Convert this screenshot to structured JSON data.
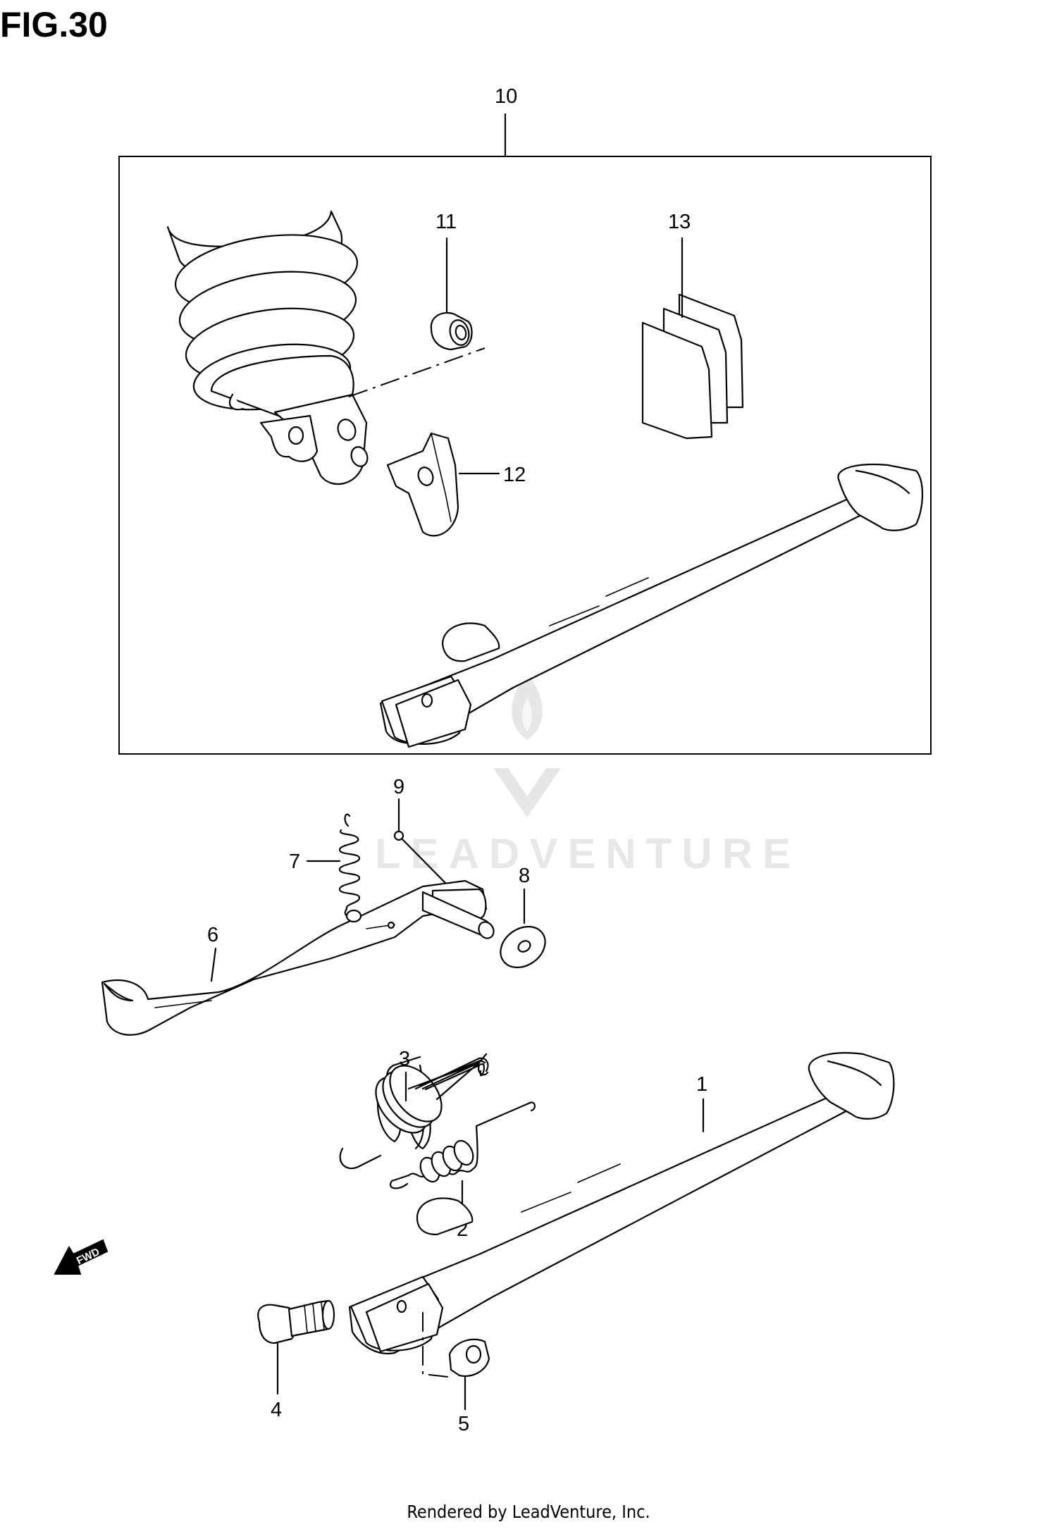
{
  "figure_title": "FIG.30",
  "footer_text": "Rendered by LeadVenture, Inc.",
  "watermark_text": "LEADVENTURE",
  "fwd_text": "FWD",
  "callouts": {
    "c1": "1",
    "c2": "2",
    "c3": "3",
    "c4": "4",
    "c5": "5",
    "c6": "6",
    "c7": "7",
    "c8": "8",
    "c9": "9",
    "c10": "10",
    "c11": "11",
    "c12": "12",
    "c13": "13"
  },
  "icons": {
    "fwd_arrow": "forward-direction-arrow-icon",
    "watermark": "leadventure-flame-logo-icon"
  }
}
